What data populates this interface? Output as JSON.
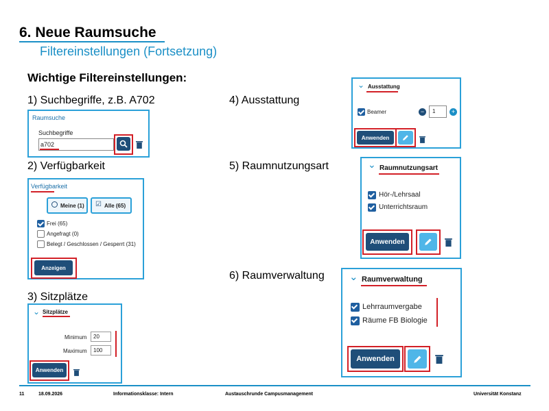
{
  "header": {
    "title": "6. Neue Raumsuche",
    "subtitle": "Filtereinstellungen (Fortsetzung)",
    "section": "Wichtige Filtereinstellungen:"
  },
  "items": {
    "search": "1) Suchbegriffe, z.B. A702",
    "availability": "2) Verfügbarkeit",
    "seats": "3) Sitzplätze",
    "equipment": "4) Ausstattung",
    "usage": "5) Raumnutzungsart",
    "admin": "6) Raumverwaltung"
  },
  "search_panel": {
    "header": "Raumsuche",
    "field_label": "Suchbegriffe",
    "field_value": "a702"
  },
  "availability_panel": {
    "header": "Verfügbarkeit",
    "tab_mine": "Meine (1)",
    "tab_all": "Alle (65)",
    "options": [
      {
        "label": "Frei (65)",
        "checked": true
      },
      {
        "label": "Angefragt (0)",
        "checked": false
      },
      {
        "label": "Belegt / Geschlossen / Gesperrt (31)",
        "checked": false
      }
    ],
    "button": "Anzeigen"
  },
  "seats_panel": {
    "header": "Sitzplätze",
    "min_label": "Minimum",
    "min_value": "20",
    "max_label": "Maximum",
    "max_value": "100",
    "apply": "Anwenden"
  },
  "equipment_panel": {
    "header": "Ausstattung",
    "item": "Beamer",
    "count": "1",
    "apply": "Anwenden"
  },
  "usage_panel": {
    "header": "Raumnutzungsart",
    "options": [
      "Hör-/Lehrsaal",
      "Unterrichtsraum"
    ],
    "apply": "Anwenden"
  },
  "admin_panel": {
    "header": "Raumverwaltung",
    "options": [
      "Lehrraumvergabe",
      "Räume FB Biologie"
    ],
    "apply": "Anwenden"
  },
  "footer": {
    "page": "11",
    "date": "18.09.2026",
    "classification": "Informationsklasse: Intern",
    "topic": "Austauschrunde Campusmanagement",
    "org": "Universität Konstanz"
  },
  "colors": {
    "accent": "#1a8fc6",
    "highlight": "#d21f26",
    "button_dark": "#1f4e79",
    "button_light": "#4fb6e8"
  }
}
